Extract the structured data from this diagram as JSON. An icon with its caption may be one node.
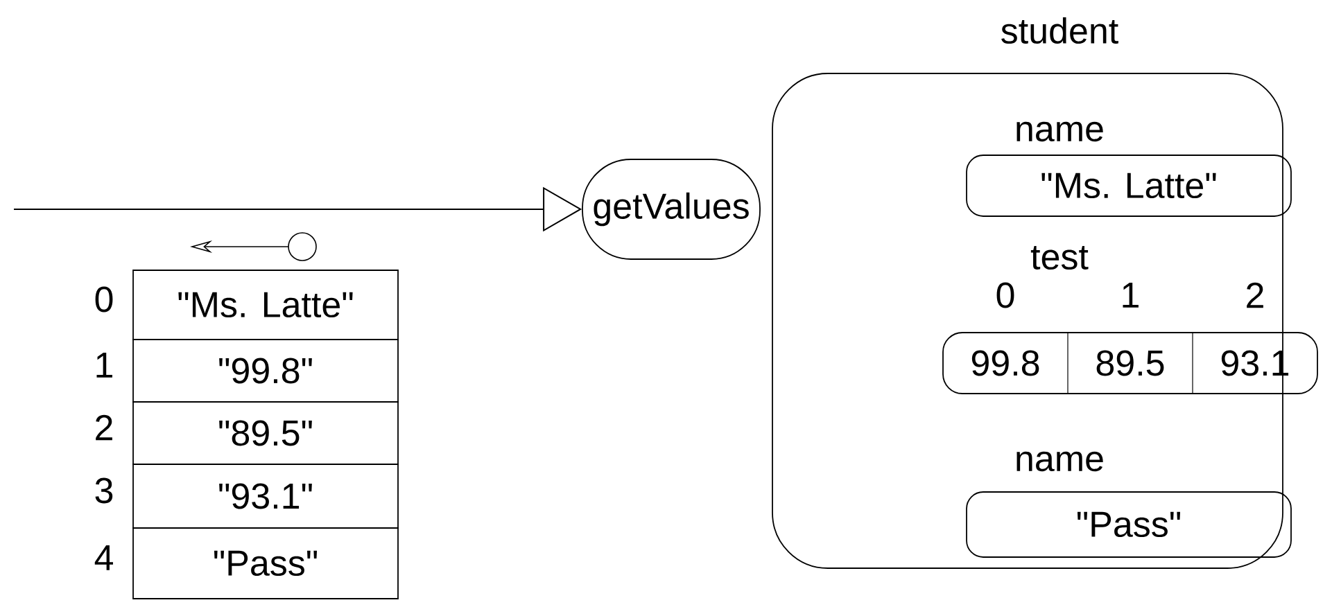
{
  "diagram": {
    "nodes": [
      {
        "text": [
          "student"
        ]
      },
      {
        "text": [
          "getValues"
        ]
      },
      {
        "text": [
          "name",
          "\"Ms. Latte\""
        ],
        "in": 0
      },
      {
        "text": [
          "test"
        ],
        "in": 0
      },
      {
        "text": [
          "99.8"
        ],
        "beside": [
          "0"
        ],
        "in": 0
      },
      {
        "text": [
          "89.5"
        ],
        "beside": [
          "1"
        ],
        "in": 0
      },
      {
        "text": [
          "93.1"
        ],
        "beside": [
          "2"
        ],
        "in": 0
      },
      {
        "text": [
          "name",
          "\"Pass\""
        ],
        "in": 0
      },
      {
        "text": [
          "\"Ms. Latte\""
        ],
        "beside": [
          "0"
        ]
      },
      {
        "text": [
          "\"99.8\""
        ],
        "beside": [
          "1"
        ]
      },
      {
        "text": [
          "\"89.5\""
        ],
        "beside": [
          "2"
        ]
      },
      {
        "text": [
          "\"93.1\""
        ],
        "beside": [
          "3"
        ]
      },
      {
        "text": [
          "\"Pass\""
        ],
        "beside": [
          "4"
        ]
      }
    ],
    "edges": [
      {
        "from": null,
        "to": 1,
        "arrow": "to"
      }
    ]
  }
}
